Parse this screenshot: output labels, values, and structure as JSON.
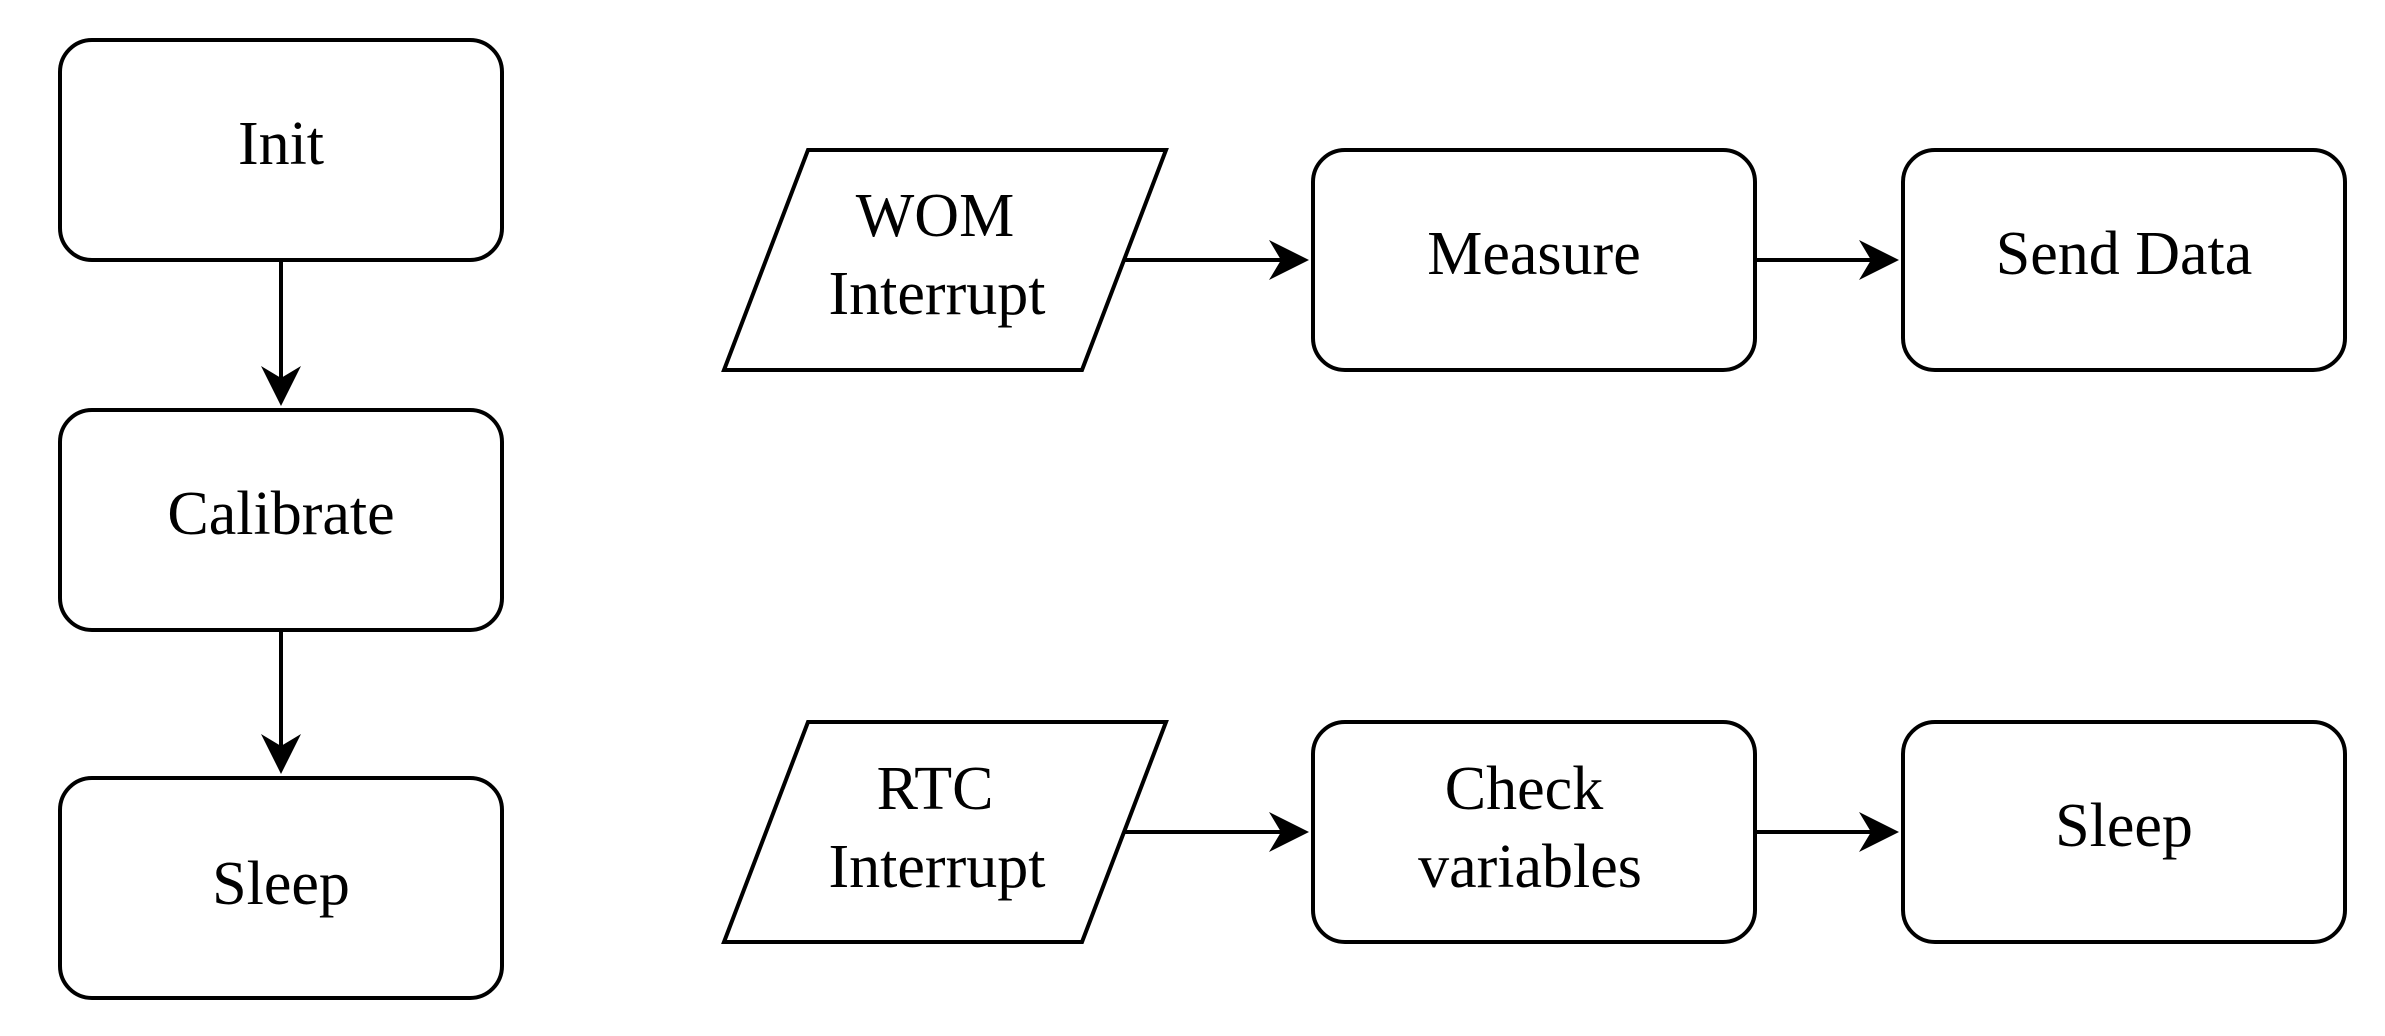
{
  "colors": {
    "stroke": "#000000",
    "fill": "#ffffff",
    "text": "#000000"
  },
  "startup": {
    "init": "Init",
    "calibrate": "Calibrate",
    "sleep": "Sleep"
  },
  "wom_flow": {
    "trigger_line1": "WOM",
    "trigger_line2": "Interrupt",
    "measure": "Measure",
    "send": "Send Data"
  },
  "rtc_flow": {
    "trigger_line1": "RTC",
    "trigger_line2": "Interrupt",
    "check_line1": "Check",
    "check_line2": "variables",
    "sleep": "Sleep"
  }
}
